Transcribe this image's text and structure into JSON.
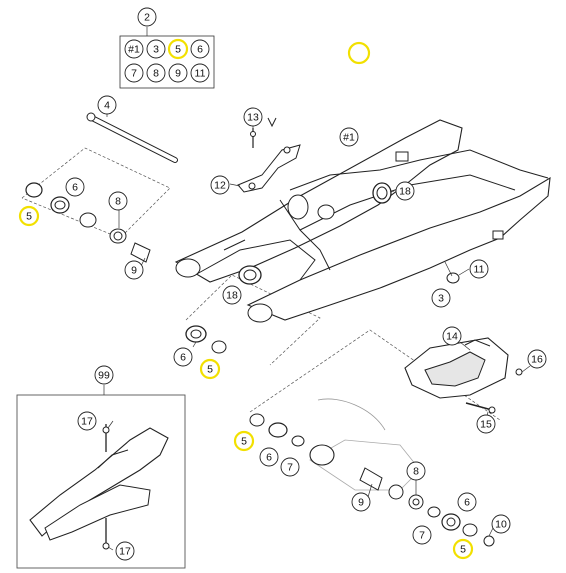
{
  "colors": {
    "highlight": "#f2e000",
    "line": "#222222",
    "part_fill": "#ffffff",
    "shade": "#e6e6e6",
    "frame": "#555555"
  },
  "callouts": [
    {
      "id": "c2",
      "label": "2",
      "highlight": false
    },
    {
      "id": "c4",
      "label": "4",
      "highlight": false
    },
    {
      "id": "c13",
      "label": "13",
      "highlight": false
    },
    {
      "id": "c1-main",
      "label": "#1",
      "highlight": false
    },
    {
      "id": "c12",
      "label": "12",
      "highlight": false
    },
    {
      "id": "c18-top",
      "label": "18",
      "highlight": false
    },
    {
      "id": "c6-left",
      "label": "6",
      "highlight": false
    },
    {
      "id": "c5-left",
      "label": "5",
      "highlight": true
    },
    {
      "id": "c8-left",
      "label": "8",
      "highlight": false
    },
    {
      "id": "c9-left",
      "label": "9",
      "highlight": false
    },
    {
      "id": "c11",
      "label": "11",
      "highlight": false
    },
    {
      "id": "c3",
      "label": "3",
      "highlight": false
    },
    {
      "id": "c18-mid",
      "label": "18",
      "highlight": false
    },
    {
      "id": "c6-mid",
      "label": "6",
      "highlight": false
    },
    {
      "id": "c5-mid",
      "label": "5",
      "highlight": true
    },
    {
      "id": "c14",
      "label": "14",
      "highlight": false
    },
    {
      "id": "c16",
      "label": "16",
      "highlight": false
    },
    {
      "id": "c15",
      "label": "15",
      "highlight": false
    },
    {
      "id": "c99",
      "label": "99",
      "highlight": false
    },
    {
      "id": "c17-top",
      "label": "17",
      "highlight": false
    },
    {
      "id": "c17-bottom",
      "label": "17",
      "highlight": false
    },
    {
      "id": "c5-lower",
      "label": "5",
      "highlight": true
    },
    {
      "id": "c6-lower",
      "label": "6",
      "highlight": false
    },
    {
      "id": "c7-lower",
      "label": "7",
      "highlight": false
    },
    {
      "id": "c8-right",
      "label": "8",
      "highlight": false
    },
    {
      "id": "c9-right",
      "label": "9",
      "highlight": false
    },
    {
      "id": "c7-right",
      "label": "7",
      "highlight": false
    },
    {
      "id": "c6-right",
      "label": "6",
      "highlight": false
    },
    {
      "id": "c10",
      "label": "10",
      "highlight": false
    },
    {
      "id": "c5-right",
      "label": "5",
      "highlight": true
    }
  ],
  "kit_grid": {
    "items": [
      {
        "label": "#1",
        "highlight": false
      },
      {
        "label": "3",
        "highlight": false
      },
      {
        "label": "5",
        "highlight": true
      },
      {
        "label": "6",
        "highlight": false
      },
      {
        "label": "7",
        "highlight": false
      },
      {
        "label": "8",
        "highlight": false
      },
      {
        "label": "9",
        "highlight": false
      },
      {
        "label": "11",
        "highlight": false
      }
    ]
  },
  "legend_marker": {
    "label": "",
    "highlight": true
  }
}
